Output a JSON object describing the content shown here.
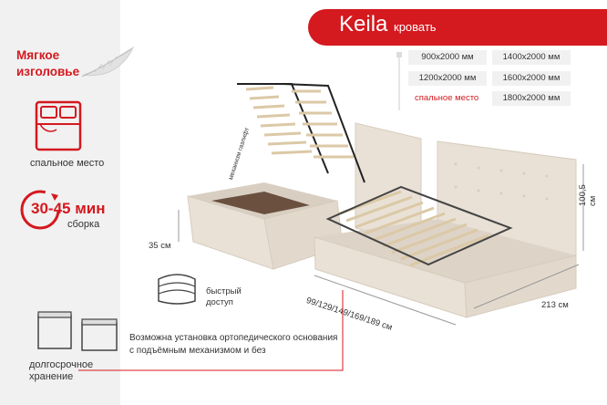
{
  "header": {
    "title": "Keila",
    "subtitle": "кровать"
  },
  "left": {
    "soft_line1": "Мягкое",
    "soft_line2": "изголовье",
    "sleep_label": "спальное место",
    "time": "30-45 мин",
    "assembly": "сборка",
    "storage_line1": "долгосрочное",
    "storage_line2": "хранение"
  },
  "sizes": {
    "r1c1": "900x2000 мм",
    "r1c2": "1400x2000 мм",
    "r2c1": "1200x2000 мм",
    "r2c2": "1600x2000 мм",
    "r3c1": "спальное место",
    "r3c2": "1800x2000 мм"
  },
  "dims": {
    "height": "35 см",
    "width_list": "99/129/149/169/189 см",
    "length": "213 см",
    "head_height": "100,5 см",
    "gas_lift": "механизм газлифт"
  },
  "features": {
    "quick_line1": "быстрый",
    "quick_line2": "доступ",
    "note_line1": "Возможна установка ортопедического основания",
    "note_line2": "с подъёмным механизмом и без"
  },
  "colors": {
    "accent": "#d4191f",
    "fabric": "#e9e1d6",
    "panel": "#f1f1f1"
  }
}
